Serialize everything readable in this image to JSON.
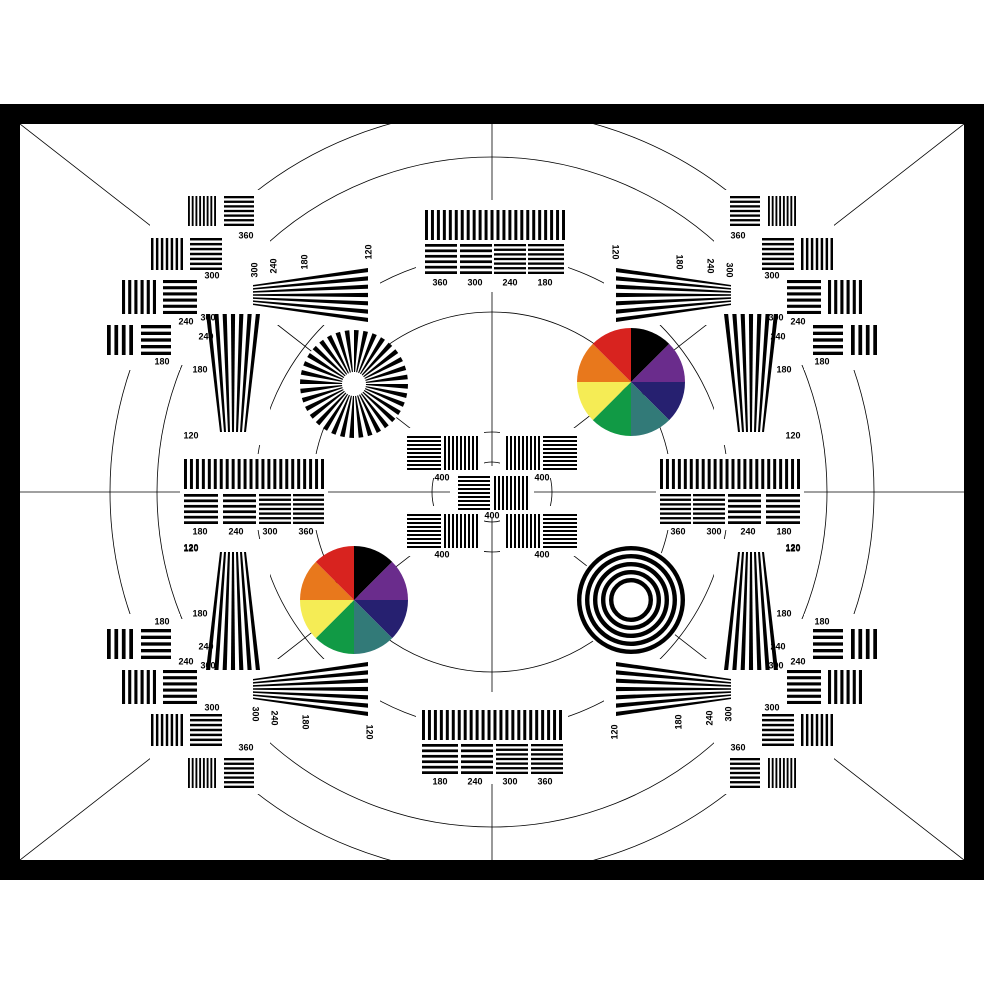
{
  "title": "",
  "colors": {
    "frame": "#000000",
    "background": "#ffffff",
    "wheel": [
      "#000000",
      "#6a2c8c",
      "#262070",
      "#327a78",
      "#119a45",
      "#f5ec55",
      "#e8781c",
      "#d8231f"
    ]
  },
  "labels": {
    "l120": "120",
    "l180": "180",
    "l240": "240",
    "l300": "300",
    "l360": "360",
    "l400": "400"
  }
}
